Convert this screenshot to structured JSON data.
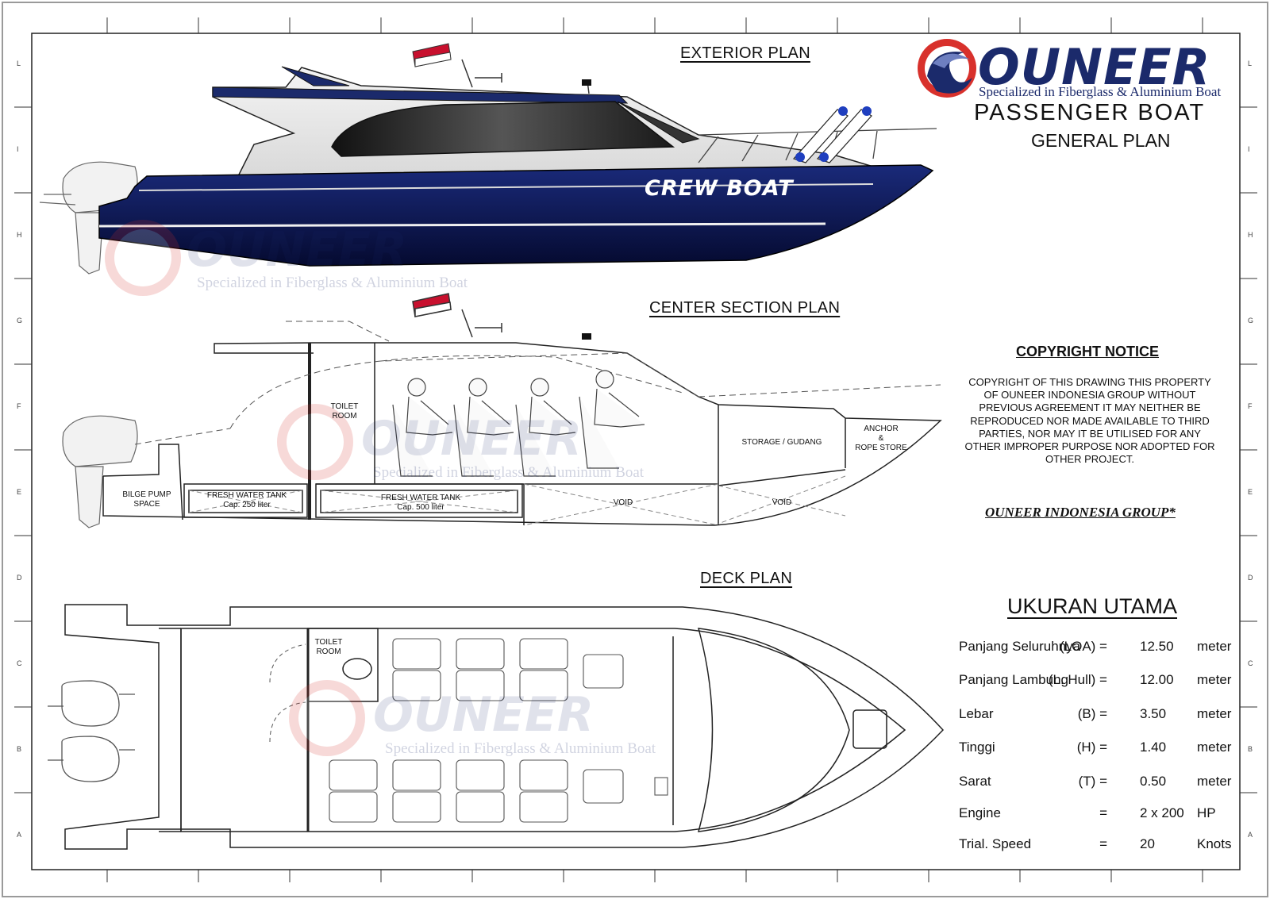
{
  "logo": {
    "word": "OUNEER",
    "tagline": "Specialized in Fiberglass & Aluminium Boat",
    "colors": {
      "navy": "#1b2a6b",
      "red": "#d8312c"
    }
  },
  "title": {
    "main": "PASSENGER BOAT",
    "sub": "GENERAL PLAN"
  },
  "views": {
    "exterior": "EXTERIOR PLAN",
    "center_section": "CENTER SECTION PLAN",
    "deck": "DECK PLAN"
  },
  "hull_lettering": "CREW BOAT",
  "section_labels": {
    "toilet_room": "TOILET\nROOM",
    "bilge_pump": "BILGE PUMP\nSPACE",
    "fresh_water_1": "FRESH WATER TANK\nCap. 250 liter",
    "fresh_water_2": "FRESH WATER TANK\nCap. 500 liter",
    "void_1": "VOID",
    "void_2": "VOID",
    "storage": "STORAGE / GUDANG",
    "anchor": "ANCHOR\n&\nROPE STORE"
  },
  "deck_labels": {
    "toilet_room": "TOILET\nROOM"
  },
  "copyright": {
    "title": "COPYRIGHT NOTICE",
    "body": "COPYRIGHT OF THIS DRAWING THIS PROPERTY OF OUNEER INDONESIA GROUP WITHOUT PREVIOUS AGREEMENT IT MAY NEITHER BE REPRODUCED NOR MADE AVAILABLE TO THIRD PARTIES, NOR MAY IT BE UTILISED FOR ANY OTHER IMPROPER PURPOSE NOR ADOPTED FOR OTHER PROJECT.",
    "company": "OUNEER INDONESIA GROUP*"
  },
  "main_dimensions": {
    "title": "UKURAN UTAMA",
    "rows": [
      {
        "label": "Panjang Seluruhnya",
        "symbol": "(LOA) =",
        "value": "12.50",
        "unit": "meter"
      },
      {
        "label": "Panjang Lambung",
        "symbol": "(L. Hull) =",
        "value": "12.00",
        "unit": "meter"
      },
      {
        "label": "Lebar",
        "symbol": "(B) =",
        "value": "3.50",
        "unit": "meter"
      },
      {
        "label": "Tinggi",
        "symbol": "(H) =",
        "value": "1.40",
        "unit": "meter"
      },
      {
        "label": "Sarat",
        "symbol": "(T) =",
        "value": "0.50",
        "unit": "meter"
      },
      {
        "label": "Engine",
        "symbol": "=",
        "value": "2 x 200",
        "unit": "HP"
      },
      {
        "label": "Trial. Speed",
        "symbol": "=",
        "value": "20",
        "unit": "Knots"
      }
    ]
  },
  "border_letters": [
    "L",
    "I",
    "H",
    "G",
    "F",
    "E",
    "D",
    "C",
    "B",
    "A"
  ],
  "colors": {
    "hull": "#101b55",
    "hull_dark": "#0a1240",
    "flag_red": "#c8102e",
    "accent_blue": "#1f3fbf"
  }
}
